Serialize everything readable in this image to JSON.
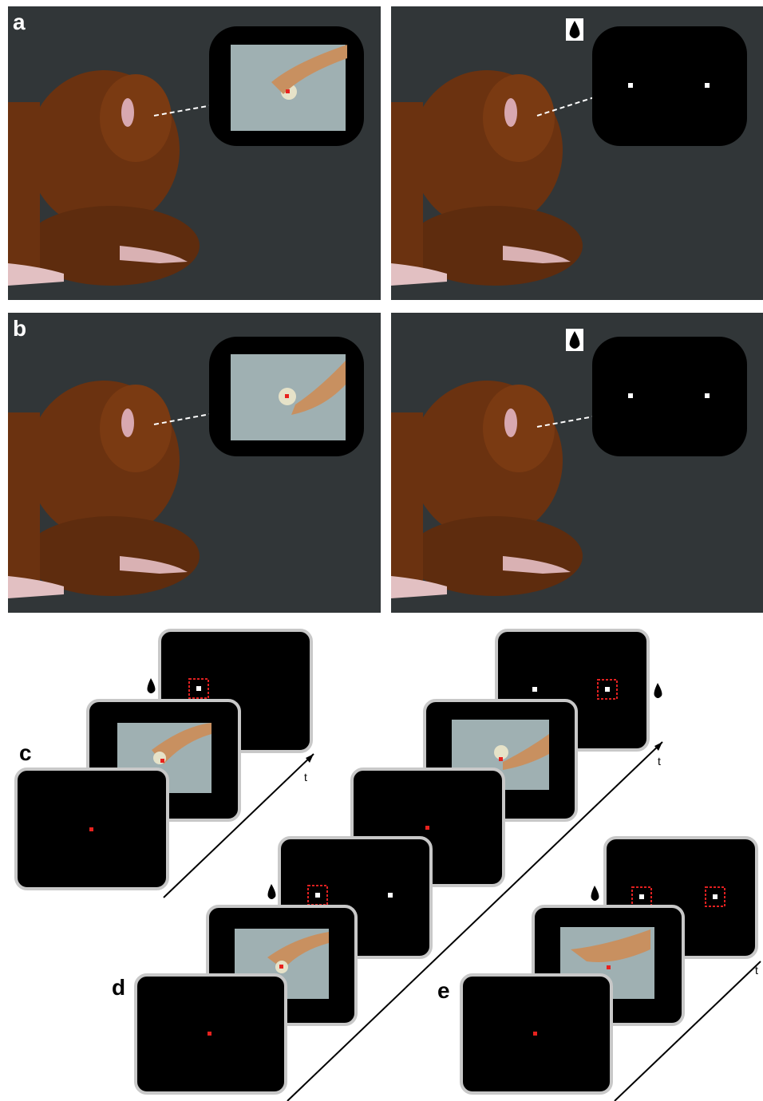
{
  "panel_labels": {
    "a": "a",
    "b": "b",
    "c": "c",
    "d": "d",
    "e": "e"
  },
  "time_axis_label": "t",
  "colors": {
    "background_panel": "#313638",
    "monitor_screen": "#000000",
    "monitor_bezel": "#c8c8c8",
    "fixation_point": "#e8221e",
    "target_point": "#ffffff",
    "reward_box": "#e02020",
    "monkey_fur": "#7a3a12",
    "video_floor": "#9fb0b2"
  },
  "icons": {
    "reward": "water-drop-icon",
    "gaze": "dashed-gaze-line",
    "monkey": "monkey-illustration",
    "hand": "hand-video-frame"
  }
}
